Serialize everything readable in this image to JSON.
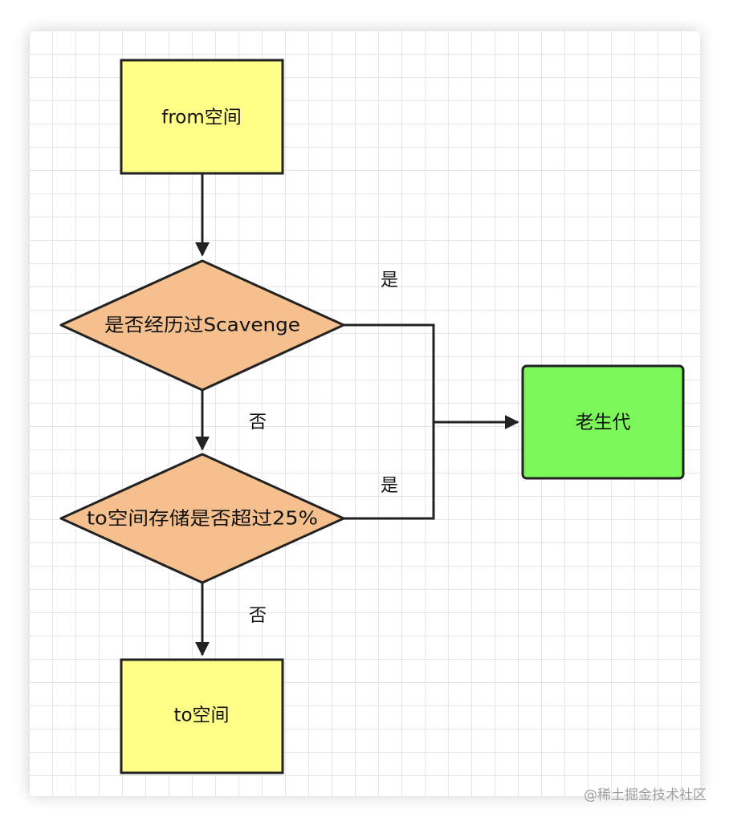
{
  "nodes": {
    "from_space": "from空间",
    "scavenge_decision": "是否经历过Scavenge",
    "to_usage_decision": "to空间存储是否超过25%",
    "to_space": "to空间",
    "old_generation": "老生代"
  },
  "edge_labels": {
    "scavenge_yes": "是",
    "scavenge_no": "否",
    "usage_yes": "是",
    "usage_no": "否"
  },
  "colors": {
    "process_fill": "#ffff88",
    "decision_fill": "#f5c08d",
    "result_fill": "#7cf75a",
    "stroke": "#222222"
  },
  "watermark": "@稀土掘金技术社区"
}
